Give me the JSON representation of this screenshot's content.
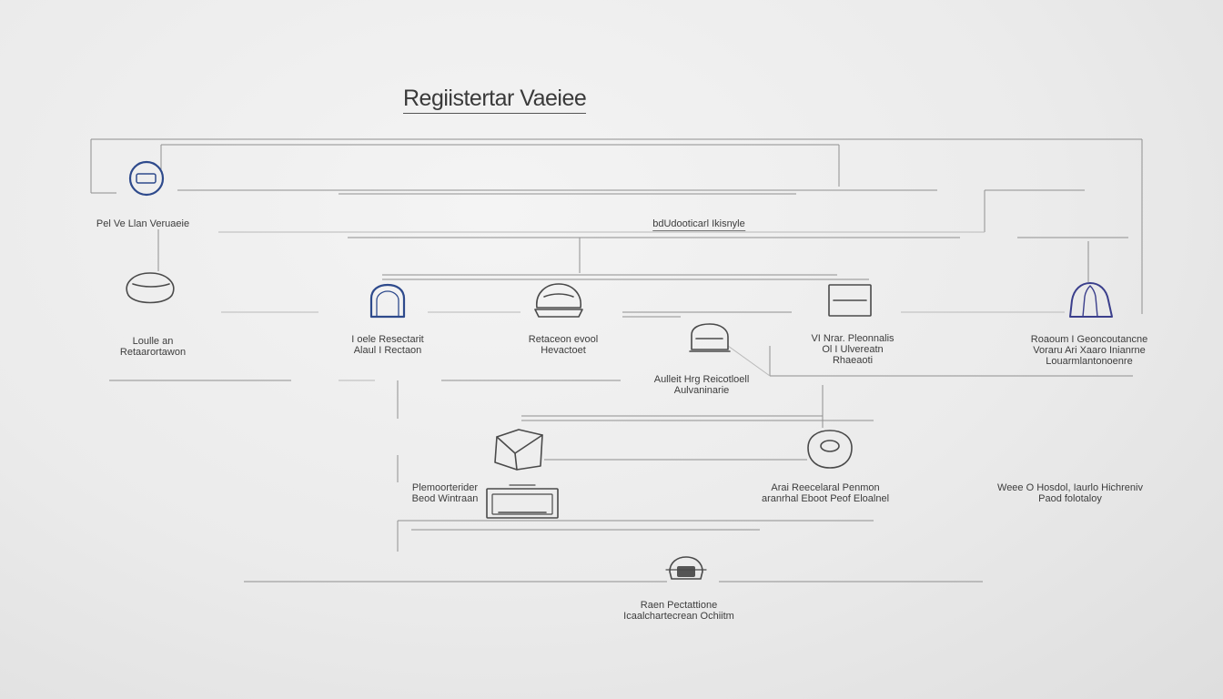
{
  "diagram": {
    "title": "Regiistertar Vaeiee",
    "hub_label": "bdUdooticarl Ikisnyle",
    "nodes": [
      {
        "id": "n1",
        "icon": "shield-badge-icon",
        "lines": [
          "Pel Ve Llan Veruaeie"
        ]
      },
      {
        "id": "n2",
        "icon": "cushion-icon",
        "lines": [
          "Loulle an",
          "Retaarortawon"
        ]
      },
      {
        "id": "n3",
        "icon": "helmet-icon",
        "lines": [
          "I oele Resectarit",
          "Alaul I Rectaon"
        ]
      },
      {
        "id": "n4",
        "icon": "dome-icon",
        "lines": [
          "Retaceon evool",
          "Hevactoet"
        ]
      },
      {
        "id": "n5",
        "icon": "pod-icon",
        "lines": [
          "Aulleit Hrg Reicotloell",
          "Aulvaninarie"
        ]
      },
      {
        "id": "n6",
        "icon": "monitor-icon",
        "lines": [
          "VI Nrar. Pleonnalis",
          "Ol I Ulvereatn",
          "Rhaeaoti"
        ]
      },
      {
        "id": "n7",
        "icon": "bell-tent-icon",
        "lines": [
          "Roaoum I Geoncoutancne",
          "Voraru Ari Xaaro Inianrne",
          "Louarmlantonoenre"
        ]
      },
      {
        "id": "n8",
        "icon": "folded-box-icon",
        "lines": [
          "Plemoorterider",
          "Beod Wintraan"
        ]
      },
      {
        "id": "n9",
        "icon": "rounded-device-icon",
        "lines": [
          "Arai Reecelaral Penmon",
          "aranrhal Eboot Peof Eloalnel"
        ]
      },
      {
        "id": "n10",
        "icon": "plain",
        "lines": [
          "Weee O Hosdol, Iaurlo Hichreniv",
          "Paod folotaloy"
        ]
      },
      {
        "id": "n11",
        "icon": "tray-icon",
        "lines": [
          "Raen Pectattione",
          "Icaalchartecrean Ochiitm"
        ]
      }
    ]
  }
}
